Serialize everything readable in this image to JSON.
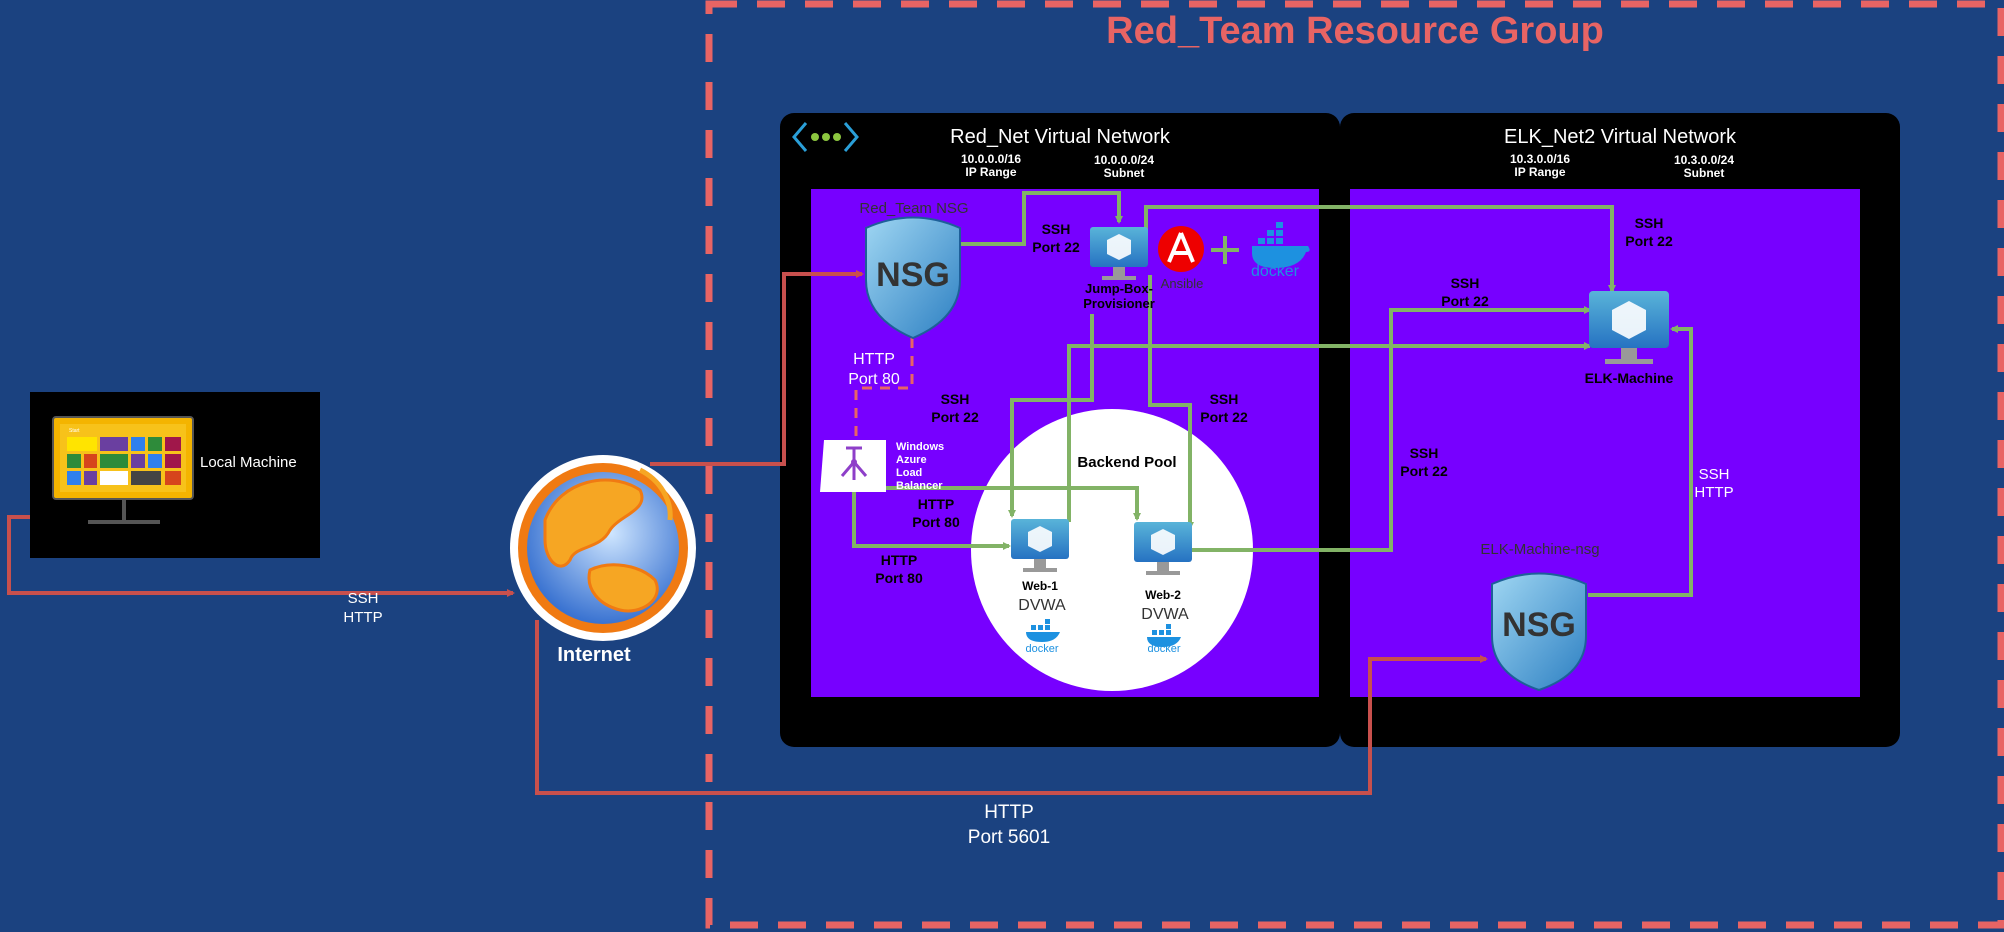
{
  "resource_group": {
    "title": "Red_Team Resource Group"
  },
  "red_net": {
    "title": "Red_Net Virtual Network",
    "ip_value": "10.0.0.0/16",
    "ip_label": "IP Range",
    "subnet_value": "10.0.0.0/24",
    "subnet_label": "Subnet",
    "nsg_label": "Red_Team NSG",
    "nsg_text": "NSG",
    "jumpbox_line1": "Jump-Box-",
    "jumpbox_line2": "Provisioner",
    "ansible_label": "Ansible",
    "docker_label": "docker",
    "lb_lines": [
      "Windows",
      "Azure",
      "Load",
      "Balancer"
    ],
    "backend_pool": "Backend Pool",
    "web1_name": "Web-1",
    "web1_app": "DVWA",
    "web2_name": "Web-2",
    "web2_app": "DVWA"
  },
  "elk_net": {
    "title": "ELK_Net2 Virtual Network",
    "ip_value": "10.3.0.0/16",
    "ip_label": "IP Range",
    "subnet_value": "10.3.0.0/24",
    "subnet_label": "Subnet",
    "machine_label": "ELK-Machine",
    "nsg_label": "ELK-Machine-nsg",
    "nsg_text": "NSG"
  },
  "local_machine": {
    "label": "Local Machine",
    "start_label": "Start"
  },
  "internet": {
    "label": "Internet"
  },
  "connections": {
    "local_to_internet": [
      "SSH",
      "HTTP"
    ],
    "nsg_to_jumpbox": [
      "SSH",
      "Port 22"
    ],
    "nsg_to_lb": [
      "HTTP",
      "Port 80"
    ],
    "jumpbox_to_web1": [
      "SSH",
      "Port 22"
    ],
    "jumpbox_to_web2": [
      "SSH",
      "Port 22"
    ],
    "lb_to_web2": [
      "HTTP",
      "Port 80"
    ],
    "lb_to_web1": [
      "HTTP",
      "Port 80"
    ],
    "jumpbox_to_elk_top": [
      "SSH",
      "Port 22"
    ],
    "jumpbox_to_elk": [
      "SSH",
      "Port 22"
    ],
    "web2_to_elk": [
      "SSH",
      "Port 22"
    ],
    "elknsg_to_elk": [
      "SSH",
      "HTTP"
    ],
    "internet_to_elknsg": [
      "HTTP",
      "Port 5601"
    ]
  },
  "colors": {
    "background": "#1b4280",
    "resource_group_border": "#e86464",
    "vnet_panel": "#000000",
    "subnet": "#7700ff",
    "green_link": "#82b366",
    "red_link": "#c8504d"
  },
  "icons": [
    "network-icon",
    "nsg-shield-icon",
    "vm-monitor-icon",
    "ansible-icon",
    "docker-icon",
    "load-balancer-icon",
    "globe-icon",
    "desktop-monitor-icon"
  ]
}
